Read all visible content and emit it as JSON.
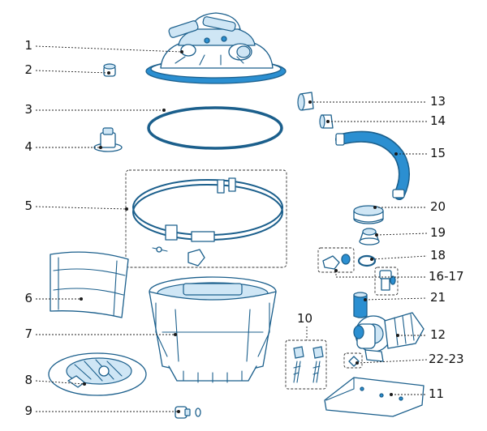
{
  "callouts": [
    {
      "id": "1",
      "text": "1"
    },
    {
      "id": "2",
      "text": "2"
    },
    {
      "id": "3",
      "text": "3"
    },
    {
      "id": "4",
      "text": "4"
    },
    {
      "id": "5",
      "text": "5"
    },
    {
      "id": "6",
      "text": "6"
    },
    {
      "id": "7",
      "text": "7"
    },
    {
      "id": "8",
      "text": "8"
    },
    {
      "id": "9",
      "text": "9"
    },
    {
      "id": "10",
      "text": "10"
    },
    {
      "id": "11",
      "text": "11"
    },
    {
      "id": "12",
      "text": "12"
    },
    {
      "id": "13",
      "text": "13"
    },
    {
      "id": "14",
      "text": "14"
    },
    {
      "id": "15",
      "text": "15"
    },
    {
      "id": "16-17",
      "text": "16-17"
    },
    {
      "id": "18",
      "text": "18"
    },
    {
      "id": "19",
      "text": "19"
    },
    {
      "id": "20",
      "text": "20"
    },
    {
      "id": "21",
      "text": "21"
    },
    {
      "id": "22-23",
      "text": "22-23"
    }
  ],
  "colors": {
    "outline": "#1b5f8c",
    "accent_blue": "#2b8fd1",
    "light_blue": "#cfe6f5",
    "leader": "#222222",
    "label": "#111111",
    "background": "#ffffff"
  }
}
